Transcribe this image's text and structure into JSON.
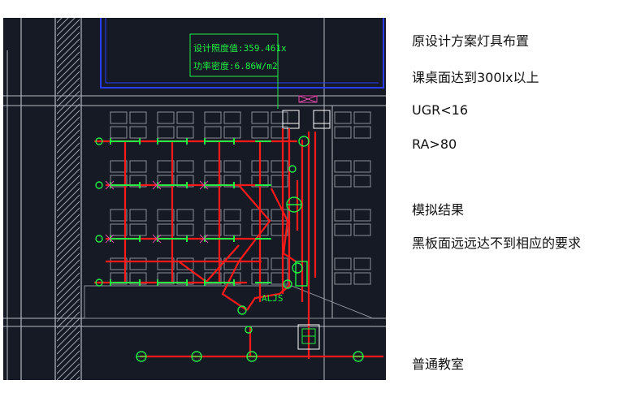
{
  "drawing": {
    "annotation_line1": "设计照度值:359.461x",
    "annotation_line2": "功率密度:6.86W/m2",
    "panel_label": "ALJS"
  },
  "notes": {
    "title": "原设计方案灯具布置",
    "line2": "课桌面达到300lx以上",
    "line3": "UGR<16",
    "line4": "RA>80",
    "sim_title": "模拟结果",
    "sim_result": "黑板面远远达不到相应的要求",
    "room_type": "普通教室"
  },
  "colors": {
    "background": "#151a25",
    "wiring": "#ff1a1a",
    "fixtures": "#22ee44",
    "walls": "#b5b9c0",
    "boundary": "#2a3cff",
    "furniture": "#8a8f98",
    "fixture_symbols": "#e04aa8"
  }
}
